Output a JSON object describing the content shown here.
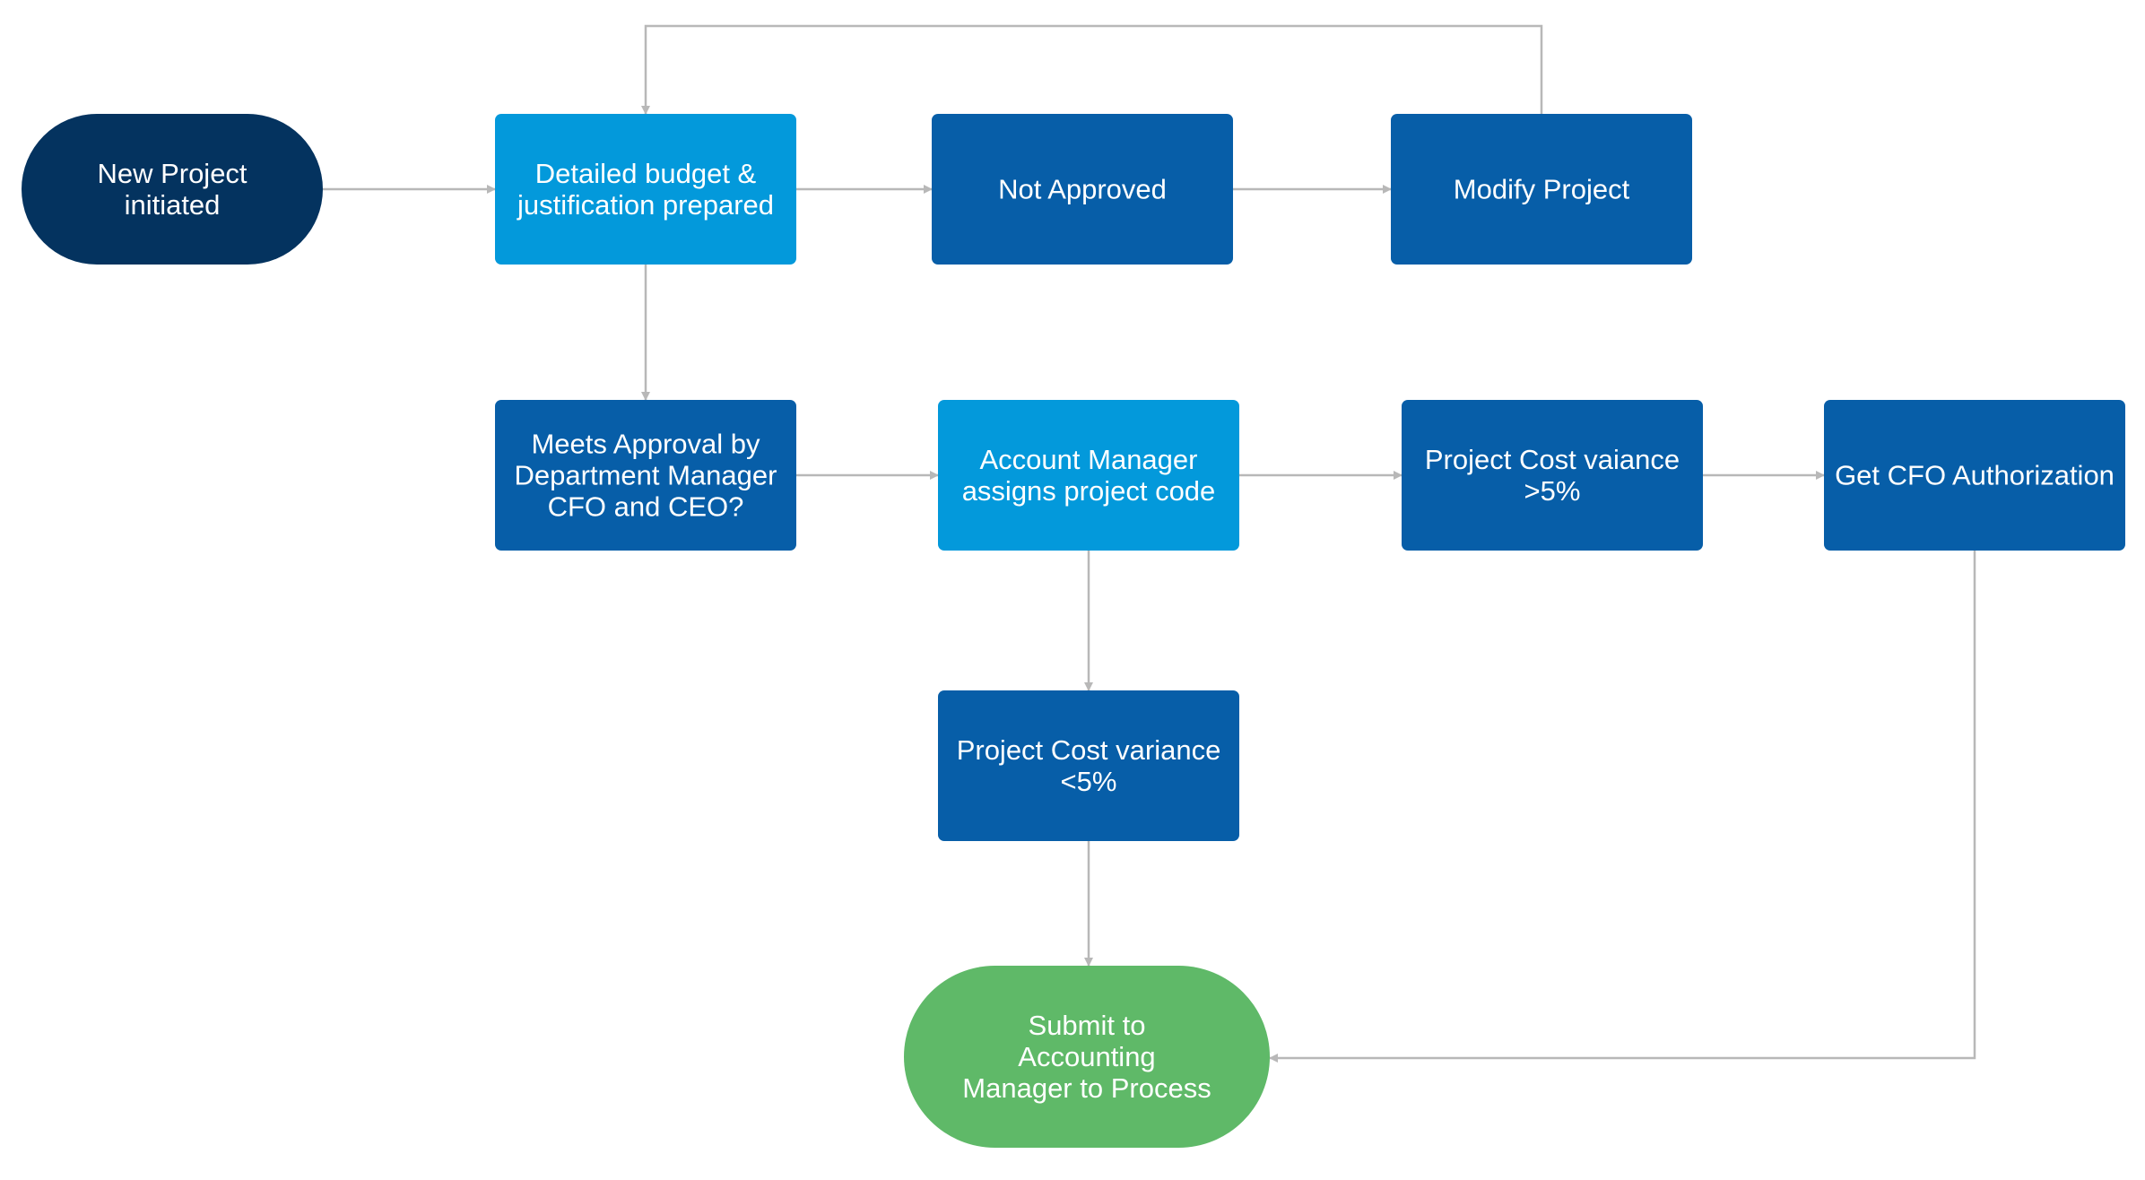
{
  "colors": {
    "terminal_start": "#04335f",
    "process_light": "#0399db",
    "process_dark": "#075ea8",
    "terminal_end": "#5fb968",
    "connector": "#b8b8b8",
    "text": "#ffffff"
  },
  "nodes": [
    {
      "id": "new-project",
      "shape": "terminal",
      "color": "terminal_start",
      "lines": [
        "New Project",
        "initiated"
      ]
    },
    {
      "id": "detailed-budget",
      "shape": "process",
      "color": "process_light",
      "lines": [
        "Detailed budget &",
        "justification prepared"
      ]
    },
    {
      "id": "not-approved",
      "shape": "process",
      "color": "process_dark",
      "lines": [
        "Not Approved"
      ]
    },
    {
      "id": "modify-project",
      "shape": "process",
      "color": "process_dark",
      "lines": [
        "Modify Project"
      ]
    },
    {
      "id": "meets-approval",
      "shape": "process",
      "color": "process_dark",
      "lines": [
        "Meets Approval by",
        "Department Manager",
        "CFO and CEO?"
      ]
    },
    {
      "id": "account-manager",
      "shape": "process",
      "color": "process_light",
      "lines": [
        "Account Manager",
        "assigns project code"
      ]
    },
    {
      "id": "cost-variance-high",
      "shape": "process",
      "color": "process_dark",
      "lines": [
        "Project Cost vaiance",
        ">5%"
      ]
    },
    {
      "id": "cfo-authorization",
      "shape": "process",
      "color": "process_dark",
      "lines": [
        "Get CFO Authorization"
      ]
    },
    {
      "id": "cost-variance-low",
      "shape": "process",
      "color": "process_dark",
      "lines": [
        "Project Cost variance",
        "<5%"
      ]
    },
    {
      "id": "submit-accounting",
      "shape": "terminal",
      "color": "terminal_end",
      "lines": [
        "Submit to",
        "Accounting",
        "Manager to Process"
      ]
    }
  ],
  "edges": [
    {
      "from": "new-project",
      "to": "detailed-budget"
    },
    {
      "from": "detailed-budget",
      "to": "not-approved"
    },
    {
      "from": "not-approved",
      "to": "modify-project"
    },
    {
      "from": "modify-project",
      "to": "detailed-budget"
    },
    {
      "from": "detailed-budget",
      "to": "meets-approval"
    },
    {
      "from": "meets-approval",
      "to": "account-manager"
    },
    {
      "from": "account-manager",
      "to": "cost-variance-high"
    },
    {
      "from": "cost-variance-high",
      "to": "cfo-authorization"
    },
    {
      "from": "account-manager",
      "to": "cost-variance-low"
    },
    {
      "from": "cost-variance-low",
      "to": "submit-accounting"
    },
    {
      "from": "cfo-authorization",
      "to": "submit-accounting"
    }
  ]
}
